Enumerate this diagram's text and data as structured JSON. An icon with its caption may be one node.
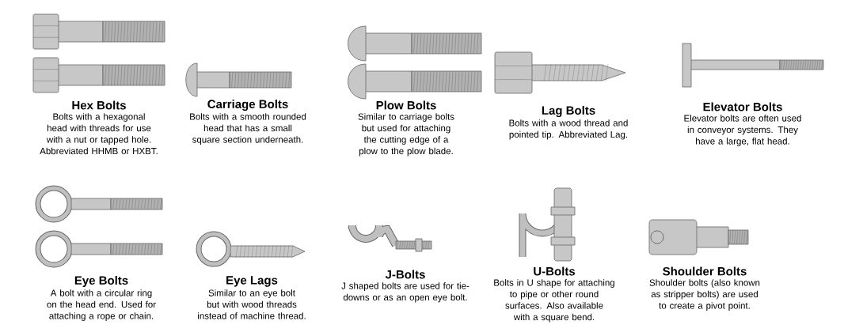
{
  "diagram": {
    "labels": [
      "Hex Bolts",
      "Bolts with a hexagonal head with threads for use with a nut or tapped hole.  Abbreviated HHMB or HXBT.",
      "Carriage Bolts",
      "Bolts with a smooth rounded head that has a small square section underneath.",
      "Plow Bolts",
      "Similar to carriage bolts but used for attaching the cutting edge of a plow to the plow blade.",
      "Lag Bolts",
      "Bolts with a wood thread and pointed tip. Abbreviated Lag.",
      "Elevator Bolts",
      "Elevator bolts are often used in conveyor systems. They have a large, flat head.",
      "Eye Bolts",
      "A bolt with a circular ring on the head end. Used for attaching a rope or chain.",
      "Eye Lags",
      "Similar to an eye bolt but with wood threads instead of machine thread.",
      "J-Bolts",
      "J shaped bolts are used for tie-downs or as an open eye bolt.",
      "U-Bolts",
      "Bolts in U shape for attaching to pipe or other round surfaces. Also available with a square bend.",
      "Shoulder Bolts",
      "Shoulder bolts (also known as stripper bolts) are used to create a pivot point."
    ]
  }
}
